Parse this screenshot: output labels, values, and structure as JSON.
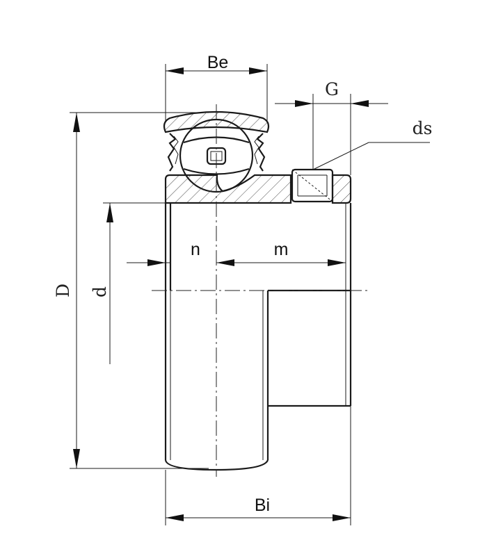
{
  "labels": {
    "be": "Be",
    "g": "G",
    "ds": "ds",
    "d_outer": "D",
    "d_bore": "d",
    "n": "n",
    "m": "m",
    "bi": "Bi"
  },
  "colors": {
    "line": "#1a1a1a",
    "background": "#ffffff"
  }
}
